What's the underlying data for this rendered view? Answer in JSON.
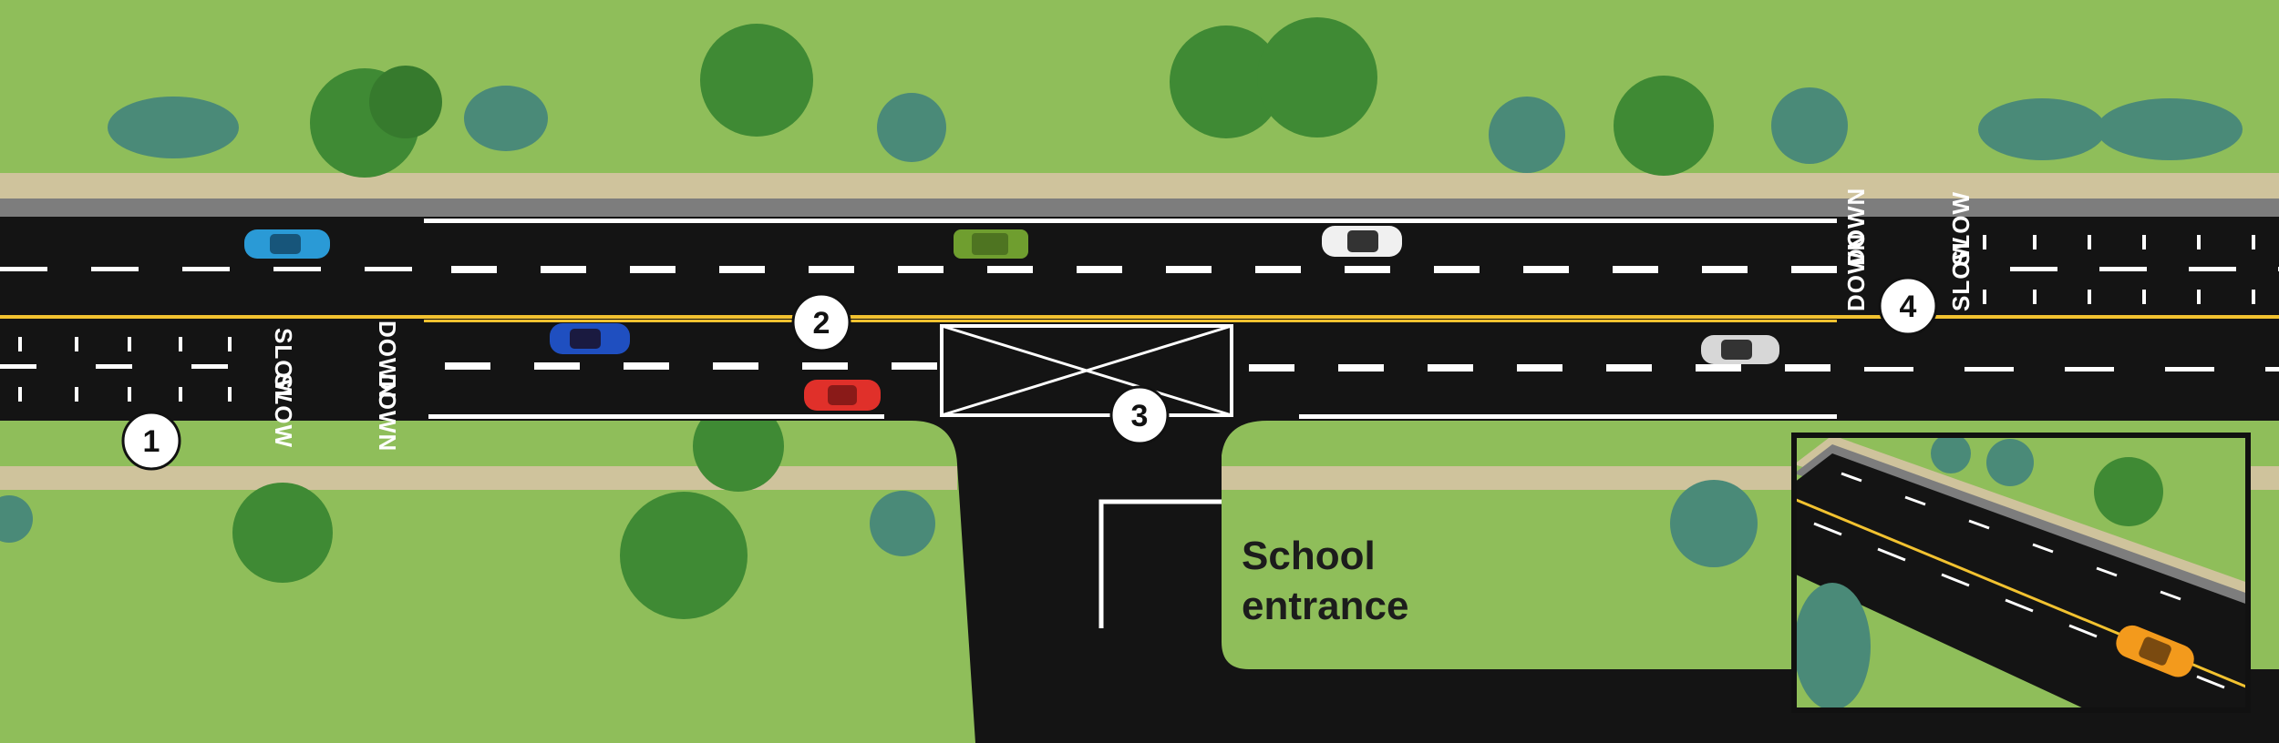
{
  "markers": [
    "1",
    "2",
    "3",
    "4"
  ],
  "school_label": {
    "line1": "School",
    "line2": "entrance"
  },
  "road_words": {
    "down": "DOWN",
    "slow": "SLOW"
  },
  "colors": {
    "grass": "#8fbe5a",
    "asphalt": "#141414",
    "sidewalk": "#cfc39c",
    "center_line": "#f2c230",
    "lane_marking": "#ffffff",
    "tree": "#3f8a34",
    "tree_blue": "#4a8a78"
  },
  "cars": [
    {
      "name": "blue-car",
      "color": "#2a9ad6"
    },
    {
      "name": "green-car",
      "color": "#6f9e2f"
    },
    {
      "name": "white-car",
      "color": "#f0f0f0"
    },
    {
      "name": "navy-car",
      "color": "#1f4fc0"
    },
    {
      "name": "red-car",
      "color": "#e0302a"
    },
    {
      "name": "silver-car",
      "color": "#d7d7d7"
    },
    {
      "name": "orange-car",
      "color": "#f39a1c"
    }
  ]
}
